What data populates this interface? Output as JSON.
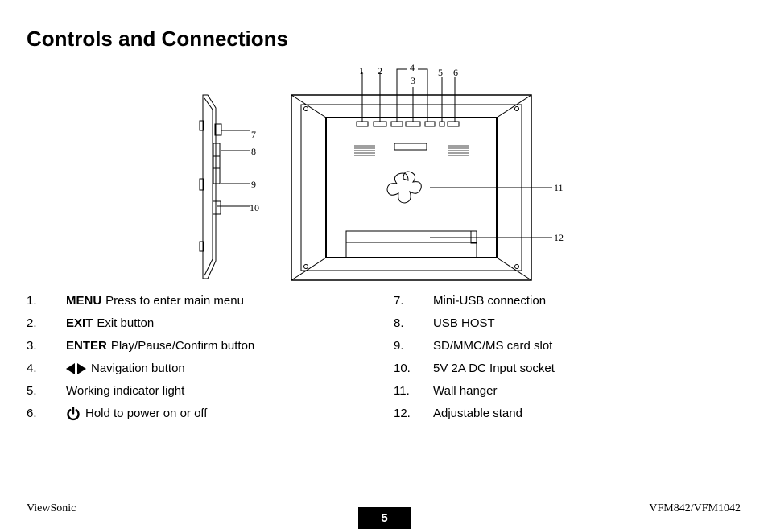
{
  "page": {
    "title": "Controls and Connections"
  },
  "figure": {
    "callouts": [
      "1",
      "2",
      "3",
      "4",
      "5",
      "6",
      "7",
      "8",
      "9",
      "10",
      "11",
      "12"
    ]
  },
  "left_list": [
    {
      "num": "1.",
      "bold": "MENU",
      "text": "Press to enter main menu"
    },
    {
      "num": "2.",
      "bold": "EXIT",
      "text": "Exit button"
    },
    {
      "num": "3.",
      "bold": "ENTER",
      "text": "Play/Pause/Confirm button"
    },
    {
      "num": "4.",
      "icon": "left-right-arrows-icon",
      "text": "Navigation button"
    },
    {
      "num": "5.",
      "text": "Working indicator light"
    },
    {
      "num": "6.",
      "icon": "power-icon",
      "text": "Hold to power on or off"
    }
  ],
  "right_list": [
    {
      "num": "7.",
      "text": "Mini-USB connection"
    },
    {
      "num": "8.",
      "text": "USB HOST"
    },
    {
      "num": "9.",
      "text": "SD/MMC/MS card slot"
    },
    {
      "num": "10.",
      "text": "5V 2A DC Input socket"
    },
    {
      "num": "11.",
      "text": "Wall hanger"
    },
    {
      "num": "12.",
      "text": "Adjustable stand"
    }
  ],
  "footer": {
    "brand": "ViewSonic",
    "page_number": "5",
    "model": "VFM842/VFM1042"
  }
}
